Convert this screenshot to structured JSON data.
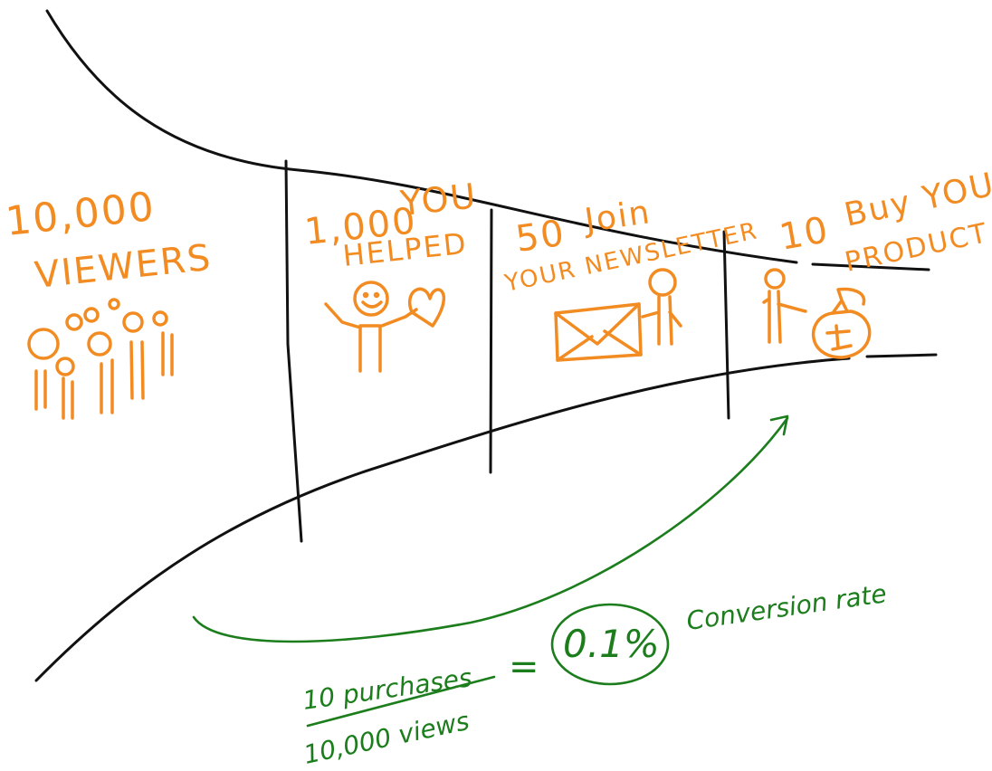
{
  "colors": {
    "ink": "#111111",
    "stage_text": "#f28c22",
    "conversion": "#1c7d1c",
    "background": "#ffffff"
  },
  "stages": [
    {
      "count": "10,000",
      "label": "VIEWERS",
      "icon": "crowd-icon"
    },
    {
      "count": "1,000",
      "label_line1": "YOU",
      "label_line2": "HELPED",
      "icon": "person-with-heart-icon"
    },
    {
      "count": "50",
      "label_line1": "Join",
      "label_line2": "YOUR NEWSLETTER",
      "icon": "envelope-person-icon"
    },
    {
      "count": "10",
      "label_line1": "Buy YOUR",
      "label_line2": "PRODUCT",
      "icon": "person-money-bag-icon"
    }
  ],
  "conversion": {
    "numerator": "10 purchases",
    "denominator": "10,000 views",
    "equals": "=",
    "rate": "0.1%",
    "rate_label": "Conversion rate"
  }
}
